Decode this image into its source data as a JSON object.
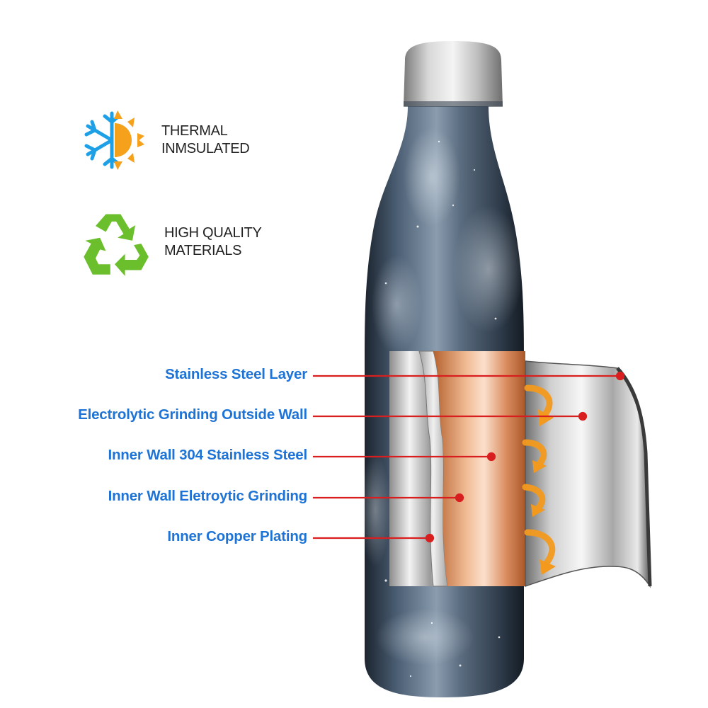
{
  "features": [
    {
      "line1": "THERMAL",
      "line2": "INMSULATED",
      "icon": "snowflake-sun-icon"
    },
    {
      "line1": "HIGH QUALITY",
      "line2": "MATERIALS",
      "icon": "recycle-icon"
    }
  ],
  "layers": [
    "Stainless Steel Layer",
    "Electrolytic Grinding Outside Wall",
    "Inner Wall 304 Stainless Steel",
    "Inner Wall Eletroytic Grinding",
    "Inner Copper Plating"
  ],
  "colors": {
    "label_blue": "#1e73d6",
    "pointer_red": "#d81e1e",
    "snow_blue": "#1ea0e6",
    "sun_orange": "#f6a11c",
    "recycle_green": "#6cbf2c",
    "copper": "#d9865a",
    "heat_arrow": "#f39a1e"
  }
}
